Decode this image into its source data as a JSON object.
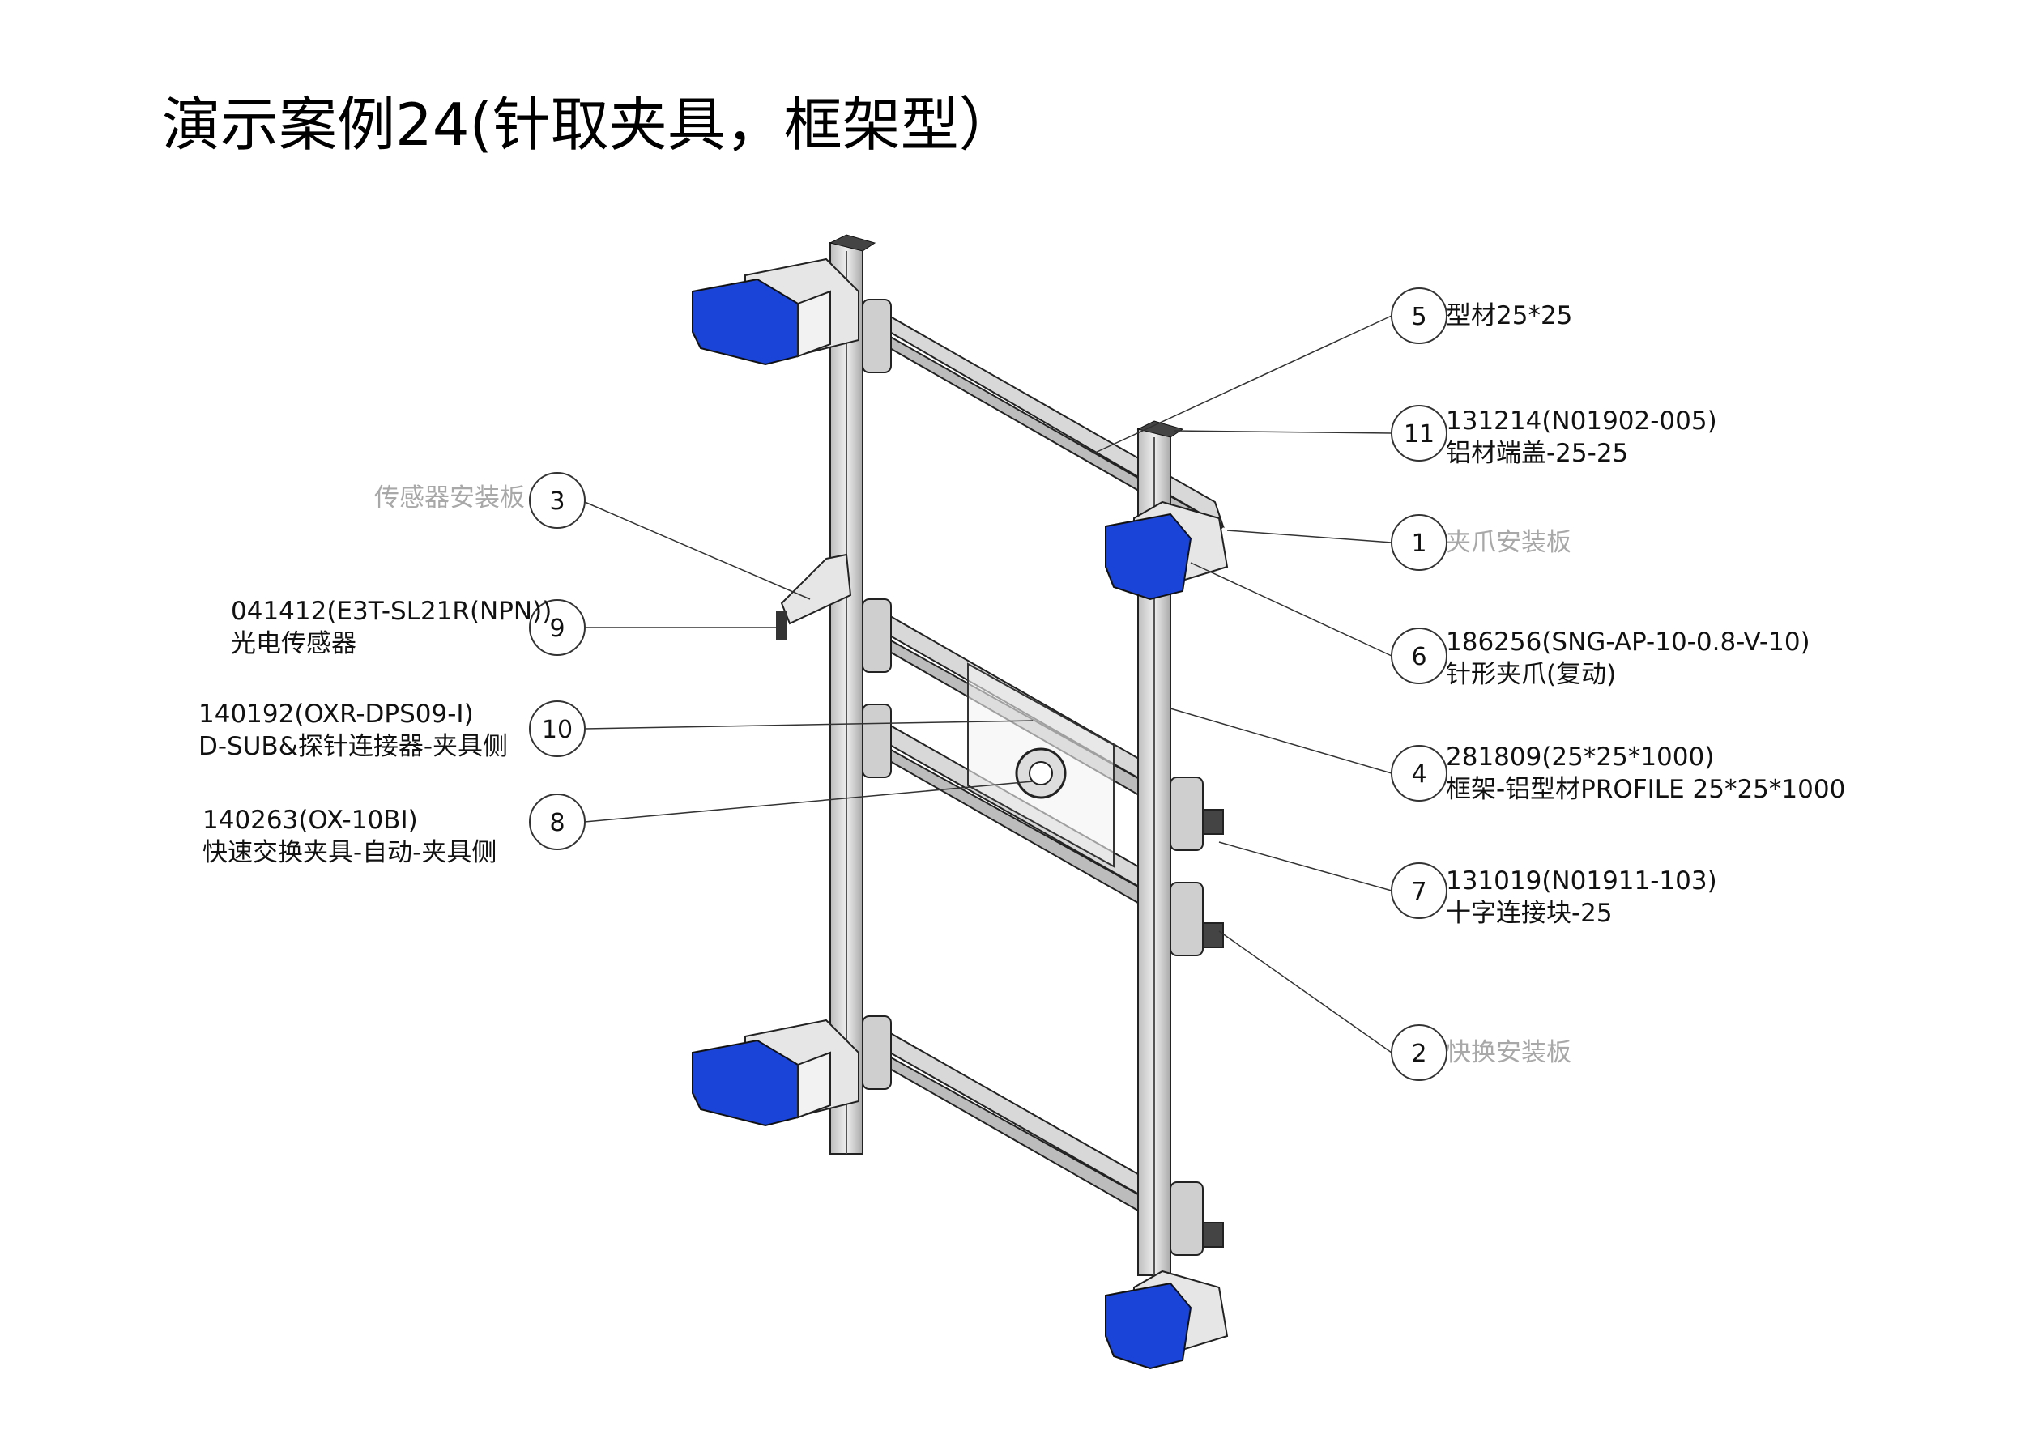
{
  "title": "演示案例24(针取夹具，框架型）",
  "callouts": [
    {
      "num": "1",
      "lines": [
        "夹爪安装板"
      ],
      "grey": true
    },
    {
      "num": "2",
      "lines": [
        "快换安装板"
      ],
      "grey": true
    },
    {
      "num": "3",
      "lines": [
        "传感器安装板"
      ],
      "grey": true
    },
    {
      "num": "4",
      "lines": [
        "281809(25*25*1000)",
        "框架-铝型材PROFILE 25*25*1000"
      ]
    },
    {
      "num": "5",
      "lines": [
        "型材25*25"
      ]
    },
    {
      "num": "6",
      "lines": [
        "186256(SNG-AP-10-0.8-V-10)",
        "针形夹爪(复动)"
      ]
    },
    {
      "num": "7",
      "lines": [
        "131019(N01911-103)",
        "十字连接块-25"
      ]
    },
    {
      "num": "8",
      "lines": [
        "140263(OX-10BI)",
        "快速交换夹具-自动-夹具侧"
      ]
    },
    {
      "num": "9",
      "lines": [
        "041412(E3T-SL21R(NPN))",
        "光电传感器"
      ]
    },
    {
      "num": "10",
      "lines": [
        "140192(OXR-DPS09-I)",
        "D-SUB&探针连接器-夹具侧"
      ]
    },
    {
      "num": "11",
      "lines": [
        "131214(N01902-005)",
        "铝材端盖-25-25"
      ]
    }
  ],
  "colors": {
    "gripper_blue": "#1a44d8",
    "frame_grey": "#d4d4d4",
    "line": "#222222",
    "label_grey": "#a8a8a8"
  }
}
